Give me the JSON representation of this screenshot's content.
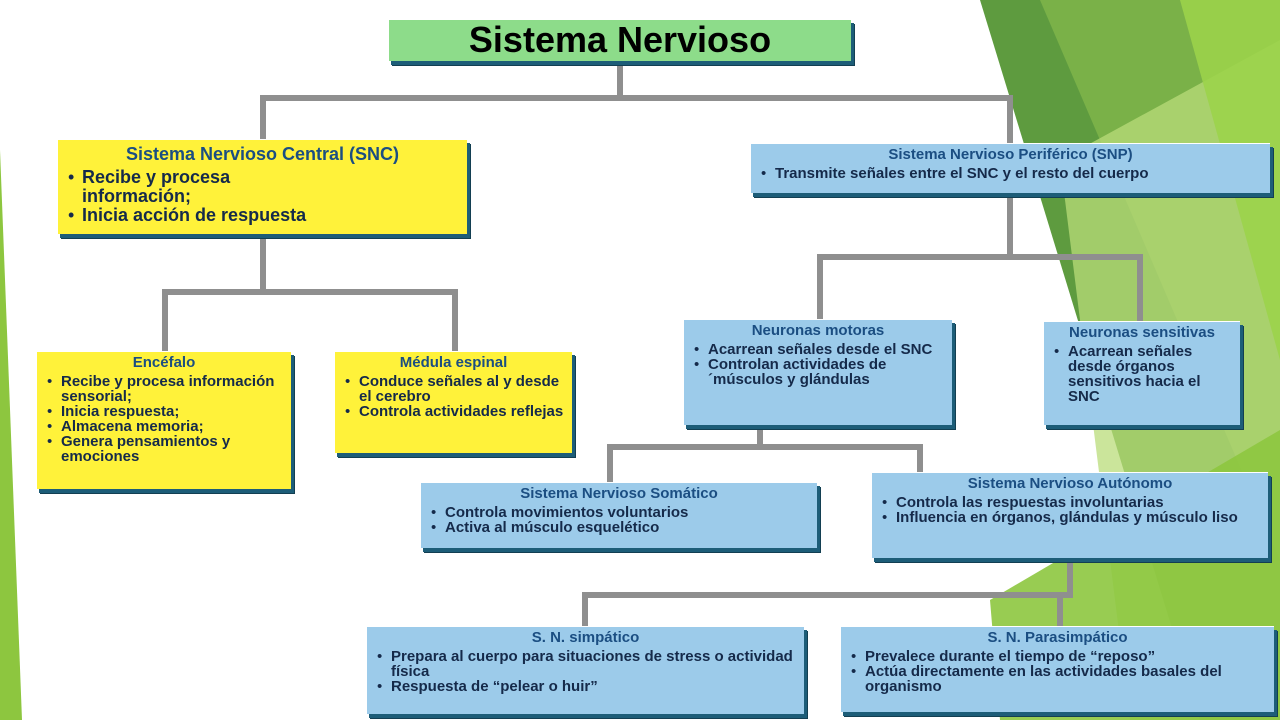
{
  "colors": {
    "yellow_box": "#fff23a",
    "blue_box": "#9ccbea",
    "green_box": "#8ddc8a",
    "title_text": "#1b4e82",
    "connector": "#8f8f8f"
  },
  "title": "Sistema Nervioso",
  "snc": {
    "title": "Sistema Nervioso Central (SNC)",
    "items": [
      "Recibe y procesa información;",
      "Inicia acción de respuesta"
    ]
  },
  "snp": {
    "title": "Sistema Nervioso Periférico (SNP)",
    "items": [
      "Transmite señales entre el SNC y el resto del cuerpo"
    ]
  },
  "encefalo": {
    "title": "Encéfalo",
    "items": [
      "Recibe y procesa información sensorial;",
      "Inicia respuesta;",
      "Almacena memoria;",
      "Genera pensamientos y emociones"
    ]
  },
  "medula": {
    "title": "Médula espinal",
    "items": [
      "Conduce señales al y desde el cerebro",
      "Controla actividades reflejas"
    ]
  },
  "motoras": {
    "title": "Neuronas motoras",
    "items": [
      "Acarrean señales desde el SNC",
      "Controlan actividades de ´músculos y glándulas"
    ]
  },
  "sensitivas": {
    "title": "Neuronas sensitivas",
    "items": [
      "Acarrean señales desde órganos sensitivos hacia el SNC"
    ]
  },
  "somatico": {
    "title": "Sistema Nervioso Somático",
    "items": [
      "Controla movimientos voluntarios",
      "Activa al músculo esquelético"
    ]
  },
  "autonomo": {
    "title": "Sistema Nervioso Autónomo",
    "items": [
      "Controla las respuestas involuntarias",
      "Influencia en órganos, glándulas y músculo liso"
    ]
  },
  "simpatico": {
    "title": "S. N. simpático",
    "items": [
      "Prepara al cuerpo para situaciones de stress o actividad física",
      "Respuesta de “pelear o huir”"
    ]
  },
  "parasimpatico": {
    "title": "S. N. Parasimpático",
    "items": [
      "Prevalece durante el tiempo de “reposo”",
      "Actúa directamente en las actividades basales del organismo"
    ]
  }
}
